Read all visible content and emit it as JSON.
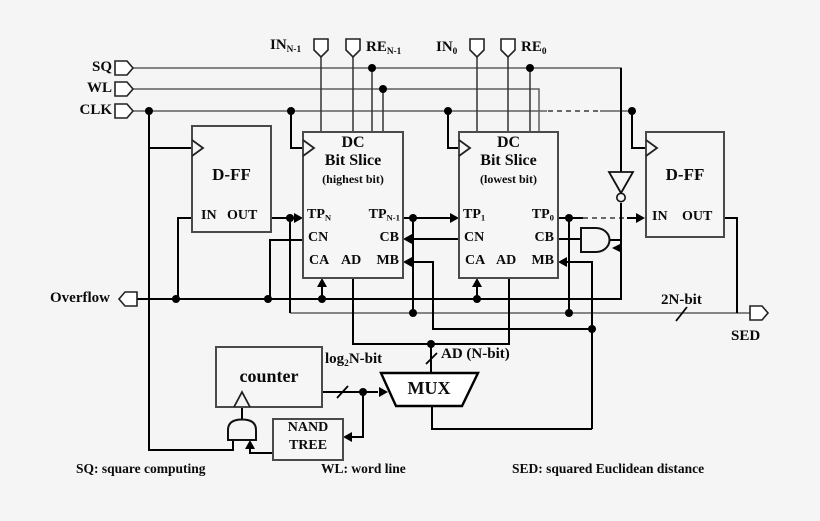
{
  "colors": {
    "background": "#f5f5f5",
    "line_black": "#000000",
    "line_gray": "#5f5f5f",
    "block_fill": "#f6f6f6"
  },
  "left_inputs": {
    "sq": "SQ",
    "wl": "WL",
    "clk": "CLK"
  },
  "top_inputs": {
    "in_high": {
      "base": "IN",
      "sub": "N-1"
    },
    "re_high": {
      "base": "RE",
      "sub": "N-1"
    },
    "in_low": {
      "base": "IN",
      "sub": "0"
    },
    "re_low": {
      "base": "RE",
      "sub": "0"
    }
  },
  "outputs": {
    "overflow": "Overflow",
    "sed": "SED"
  },
  "blocks": {
    "dff_left": {
      "title": "D-FF",
      "port_in": "IN",
      "port_out": "OUT"
    },
    "dff_right": {
      "title": "D-FF",
      "port_in": "IN",
      "port_out": "OUT"
    },
    "dc_high": {
      "title1": "DC",
      "title2": "Bit Slice",
      "title3": "(highest bit)",
      "tp_in": {
        "base": "TP",
        "sub": "N"
      },
      "tp_out": {
        "base": "TP",
        "sub": "N-1"
      },
      "cn": "CN",
      "cb": "CB",
      "ca": "CA",
      "ad": "AD",
      "mb": "MB"
    },
    "dc_low": {
      "title1": "DC",
      "title2": "Bit Slice",
      "title3": "(lowest bit)",
      "tp_in": {
        "base": "TP",
        "sub": "1"
      },
      "tp_out": {
        "base": "TP",
        "sub": "0"
      },
      "cn": "CN",
      "cb": "CB",
      "ca": "CA",
      "ad": "AD",
      "mb": "MB"
    },
    "counter": {
      "title": "counter"
    },
    "nand_tree": {
      "line1": "NAND",
      "line2": "TREE"
    },
    "mux": {
      "title": "MUX"
    }
  },
  "bus_labels": {
    "bus_2n": "2N-bit",
    "ad_bus": "AD (N-bit)",
    "log2": {
      "pre": "log",
      "sub": "2",
      "post": "N-bit"
    }
  },
  "legend": {
    "sq": "SQ: square computing",
    "wl": "WL: word line",
    "sed": "SED: squared Euclidean distance"
  }
}
